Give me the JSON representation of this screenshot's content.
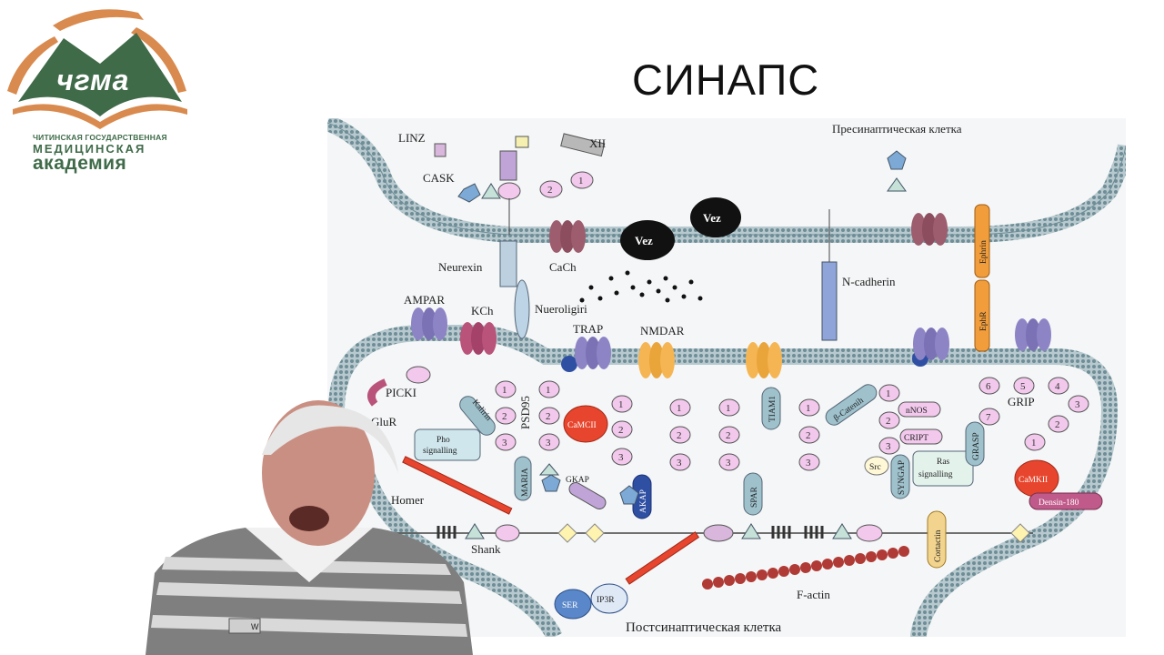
{
  "logo": {
    "brand": "чгма",
    "line1": "ЧИТИНСКАЯ ГОСУДАРСТВЕННАЯ",
    "line2": "МЕДИЦИНСКАЯ",
    "line3": "академия",
    "colors": {
      "green": "#3f6b49",
      "orange": "#d98a4e"
    }
  },
  "title": "СИНАПС",
  "diagram": {
    "presynaptic_label": "Пресинаптическая клетка",
    "postsynaptic_label": "Постсинаптическая клетка",
    "vesicle_label": "Vez",
    "membrane_color": "#a9bec4",
    "labels": {
      "linz": "LINZ",
      "cask": "CASK",
      "xii": "XII",
      "neurexin": "Neurexin",
      "cach": "CaCh",
      "ampar": "AMPAR",
      "kch": "KCh",
      "nueroligiri": "Nueroligiri",
      "trap": "TRAP",
      "nmdar": "NMDAR",
      "ncadherin": "N-cadherin",
      "ephrin": "Ephrin",
      "ephr": "EphR",
      "picki": "PICKI",
      "gluR": "GluR",
      "kalirin": "Kalirin",
      "pho1": "Pho",
      "pho2": "signalling",
      "psd95": "PSD95",
      "camcii": "CaMCII",
      "tiam1": "TIAM1",
      "bcatenin": "β-Catenih",
      "nnos": "nNOS",
      "cript": "CRIPT",
      "ras1": "Ras",
      "ras2": "signalling",
      "grasp": "GRASP",
      "grip": "GRIP",
      "camkii": "CaMKII",
      "densin": "Densin-180",
      "maria": "MARIA",
      "gkap": "GKAP",
      "akap": "AKAP",
      "spar": "SPAR",
      "src": "Src",
      "syngap": "SYNGAP",
      "homer": "Homer",
      "shank": "Shank",
      "cortactin": "Cortactin",
      "factin": "F-actin",
      "ser": "SER",
      "ip3r": "IP3R"
    },
    "nums": [
      "1",
      "2",
      "3",
      "4",
      "5",
      "6",
      "7"
    ]
  },
  "camera_box_label": "W"
}
